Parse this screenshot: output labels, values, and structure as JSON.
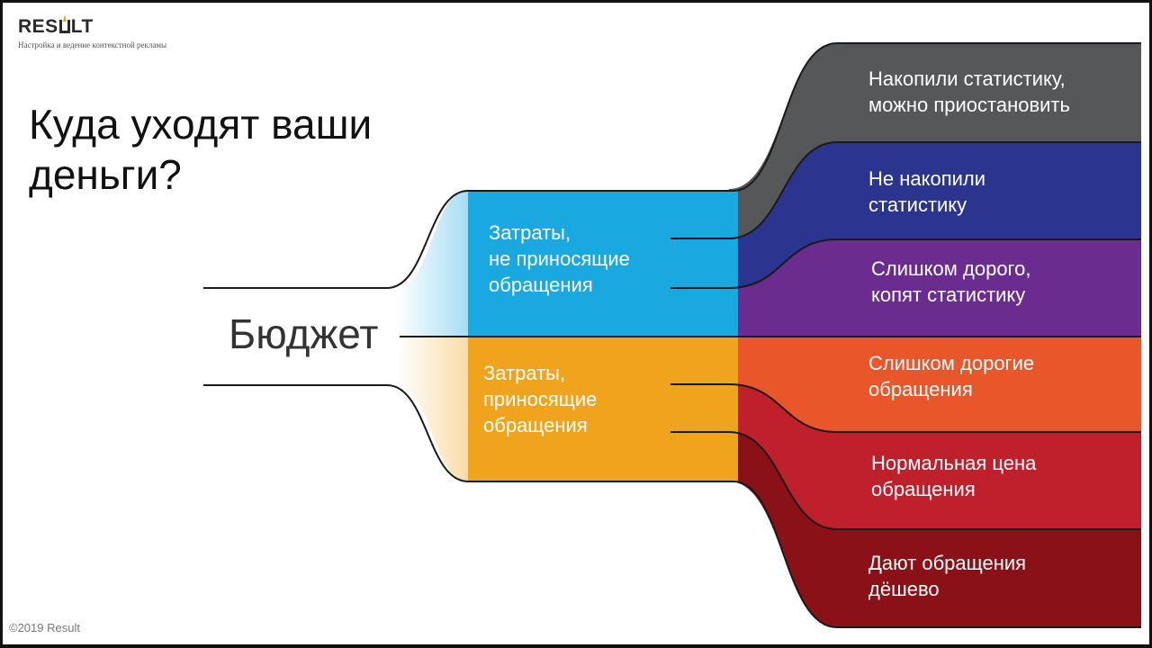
{
  "logo": {
    "pre": "RES",
    "post": "LT"
  },
  "tagline": "Настройка и ведение контекстной рекламы",
  "title": "Куда уходят ваши\nденьги?",
  "budget_label": "Бюджет",
  "branches": [
    {
      "label": "Затраты,\nне приносящие\nобращения",
      "color": "#1aa8e0"
    },
    {
      "label": "Затраты,\nприносящие\nобращения",
      "color": "#f0a41e"
    }
  ],
  "outcomes": [
    {
      "label": "Накопили статистику,\nможно приостановить",
      "color": "#555759"
    },
    {
      "label": "Не накопили\nстатистику",
      "color": "#2b3590"
    },
    {
      "label": "Слишком дорого,\nкопят статистику",
      "color": "#6a2d8f"
    },
    {
      "label": "Слишком дорогие\nобращения",
      "color": "#e8562a"
    },
    {
      "label": "Нормальная цена\nобращения",
      "color": "#c01f2c"
    },
    {
      "label": "Дают обращения\nдёшево",
      "color": "#8b1118"
    }
  ],
  "copyright": "©2019 Result"
}
